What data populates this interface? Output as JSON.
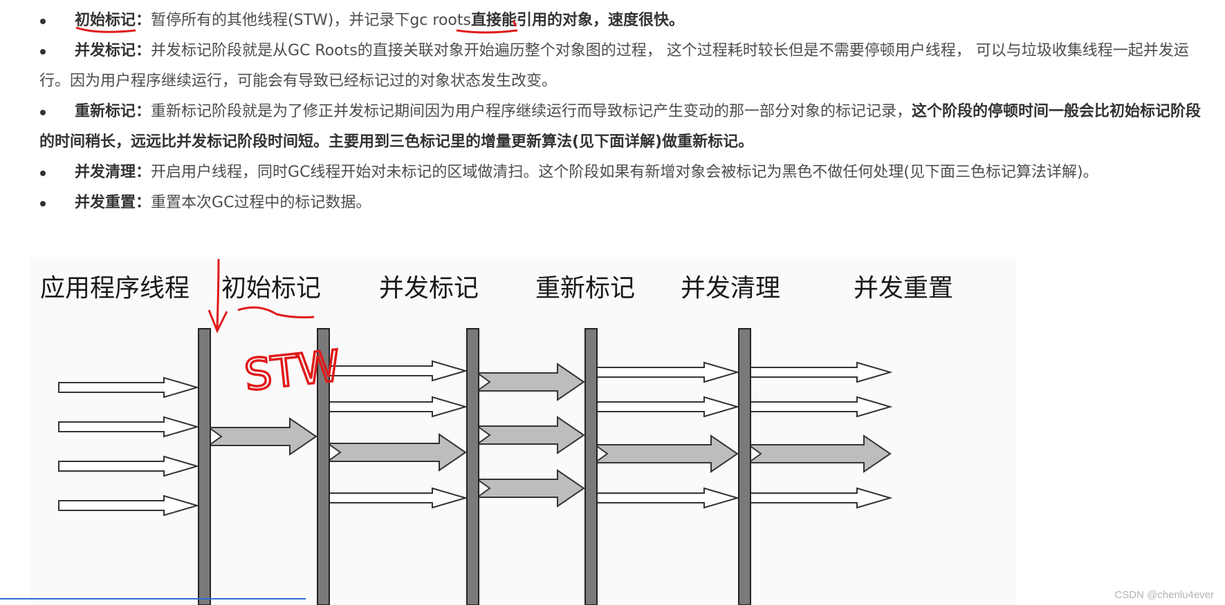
{
  "bullets": [
    {
      "lead": "初始标记：",
      "segments": [
        {
          "text": "暂停所有的其他线程(STW)，并记录下",
          "bold": false
        },
        {
          "text": "gc roots",
          "bold": false
        },
        {
          "text": "直接能引用的对象，速度很快。",
          "bold": true
        }
      ]
    },
    {
      "lead": "并发标记：",
      "segments": [
        {
          "text": "并发标记阶段就是从GC Roots的直接关联对象开始遍历整个对象图的过程， 这个过程耗时较长但是不需要停顿用户线程， 可以与垃圾收集线程一起并发运行。因为用户程序继续运行，可能会有导致已经标记过的对象状态发生改变。",
          "bold": false
        }
      ]
    },
    {
      "lead": "重新标记：",
      "segments": [
        {
          "text": "重新标记阶段就是为了修正并发标记期间因为用户程序继续运行而导致标记产生变动的那一部分对象的标记记录，",
          "bold": false
        },
        {
          "text": "这个阶段的停顿时间一般会比初始标记阶段的时间稍长，远远比并发标记阶段时间短。主要用到三色标记里的增量更新算法(见下面详解)做重新标记。",
          "bold": true
        }
      ]
    },
    {
      "lead": "并发清理：",
      "segments": [
        {
          "text": "开启用户线程，同时GC线程开始对未标记的区域做清扫。这个阶段如果有新增对象会被标记为黑色不做任何处理(见下面三色标记算法详解)。",
          "bold": false
        }
      ]
    },
    {
      "lead": "并发重置：",
      "segments": [
        {
          "text": "重置本次GC过程中的标记数据。",
          "bold": false
        }
      ]
    }
  ],
  "diagram": {
    "phase_labels": [
      "应用程序线程",
      "初始标记",
      "并发标记",
      "重新标记",
      "并发清理",
      "并发重置"
    ],
    "annotation": "STW"
  },
  "watermark": "CSDN @chenlu4ever",
  "colors": {
    "text": "#4d4d4d",
    "text_bold": "#333333",
    "annotation_red": "#e01a1a",
    "bar_fill": "#7a7a7a",
    "gc_arrow_fill": "#bdbdbd"
  }
}
